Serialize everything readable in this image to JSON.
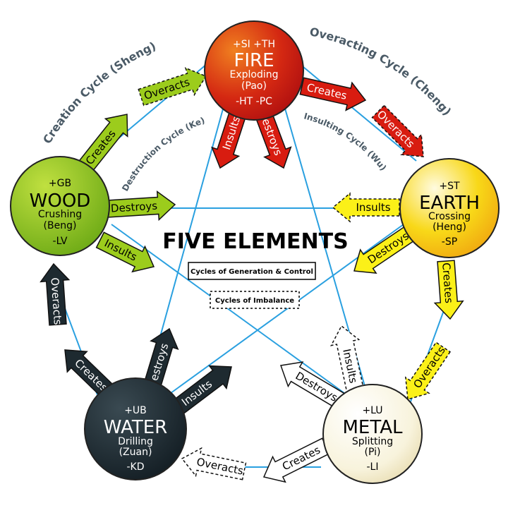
{
  "title": "FIVE ELEMENTS",
  "legend": {
    "solid_label": "Cycles of Generation & Control",
    "dashed_label": "Cycles of Imbalance"
  },
  "cycles": {
    "sheng": "Creation Cycle (Sheng)",
    "cheng": "Overacting Cycle (Cheng)",
    "ke": "Destruction Cycle (Ke)",
    "wu": "Insulting Cycle (Wu)"
  },
  "elements": {
    "fire": {
      "top": "+SI   +TH",
      "name": "FIRE",
      "action": "Exploding",
      "pinyin": "(Pao)",
      "bottom": "-HT   -PC"
    },
    "earth": {
      "top": "+ST",
      "name": "EARTH",
      "action": "Crossing",
      "pinyin": "(Heng)",
      "bottom": "-SP"
    },
    "metal": {
      "top": "+LU",
      "name": "METAL",
      "action": "Splitting",
      "pinyin": "(Pi)",
      "bottom": "-LI"
    },
    "water": {
      "top": "+UB",
      "name": "WATER",
      "action": "Drilling",
      "pinyin": "(Zuan)",
      "bottom": "-KD"
    },
    "wood": {
      "top": "+GB",
      "name": "WOOD",
      "action": "Crushing",
      "pinyin": "(Beng)",
      "bottom": "-LV"
    }
  },
  "arrows": {
    "creates": "Creates",
    "destroys": "Destroys",
    "insults": "Insults",
    "overacts": "Overacts"
  },
  "colors": {
    "fire": "#cc1a10",
    "earth": "#f7d20a",
    "metal": "#f5f0d8",
    "water": "#1e2a30",
    "wood": "#8cc41e",
    "lines": "#2aa0e0"
  }
}
